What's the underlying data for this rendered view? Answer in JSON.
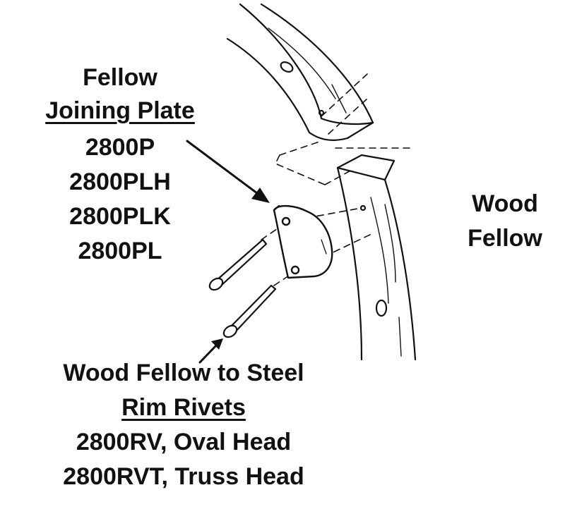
{
  "plate_label": {
    "line1": "Fellow",
    "line2": "Joining Plate",
    "parts": [
      "2800P",
      "2800PLH",
      "2800PLK",
      "2800PL"
    ]
  },
  "wood_label": {
    "line1": "Wood",
    "line2": "Fellow"
  },
  "rivet_label": {
    "line1": "Wood Fellow to Steel",
    "line2": "Rim Rivets",
    "parts": [
      "2800RV, Oval Head",
      "2800RVT, Truss Head"
    ]
  },
  "colors": {
    "ink": "#111111",
    "background": "#ffffff"
  }
}
